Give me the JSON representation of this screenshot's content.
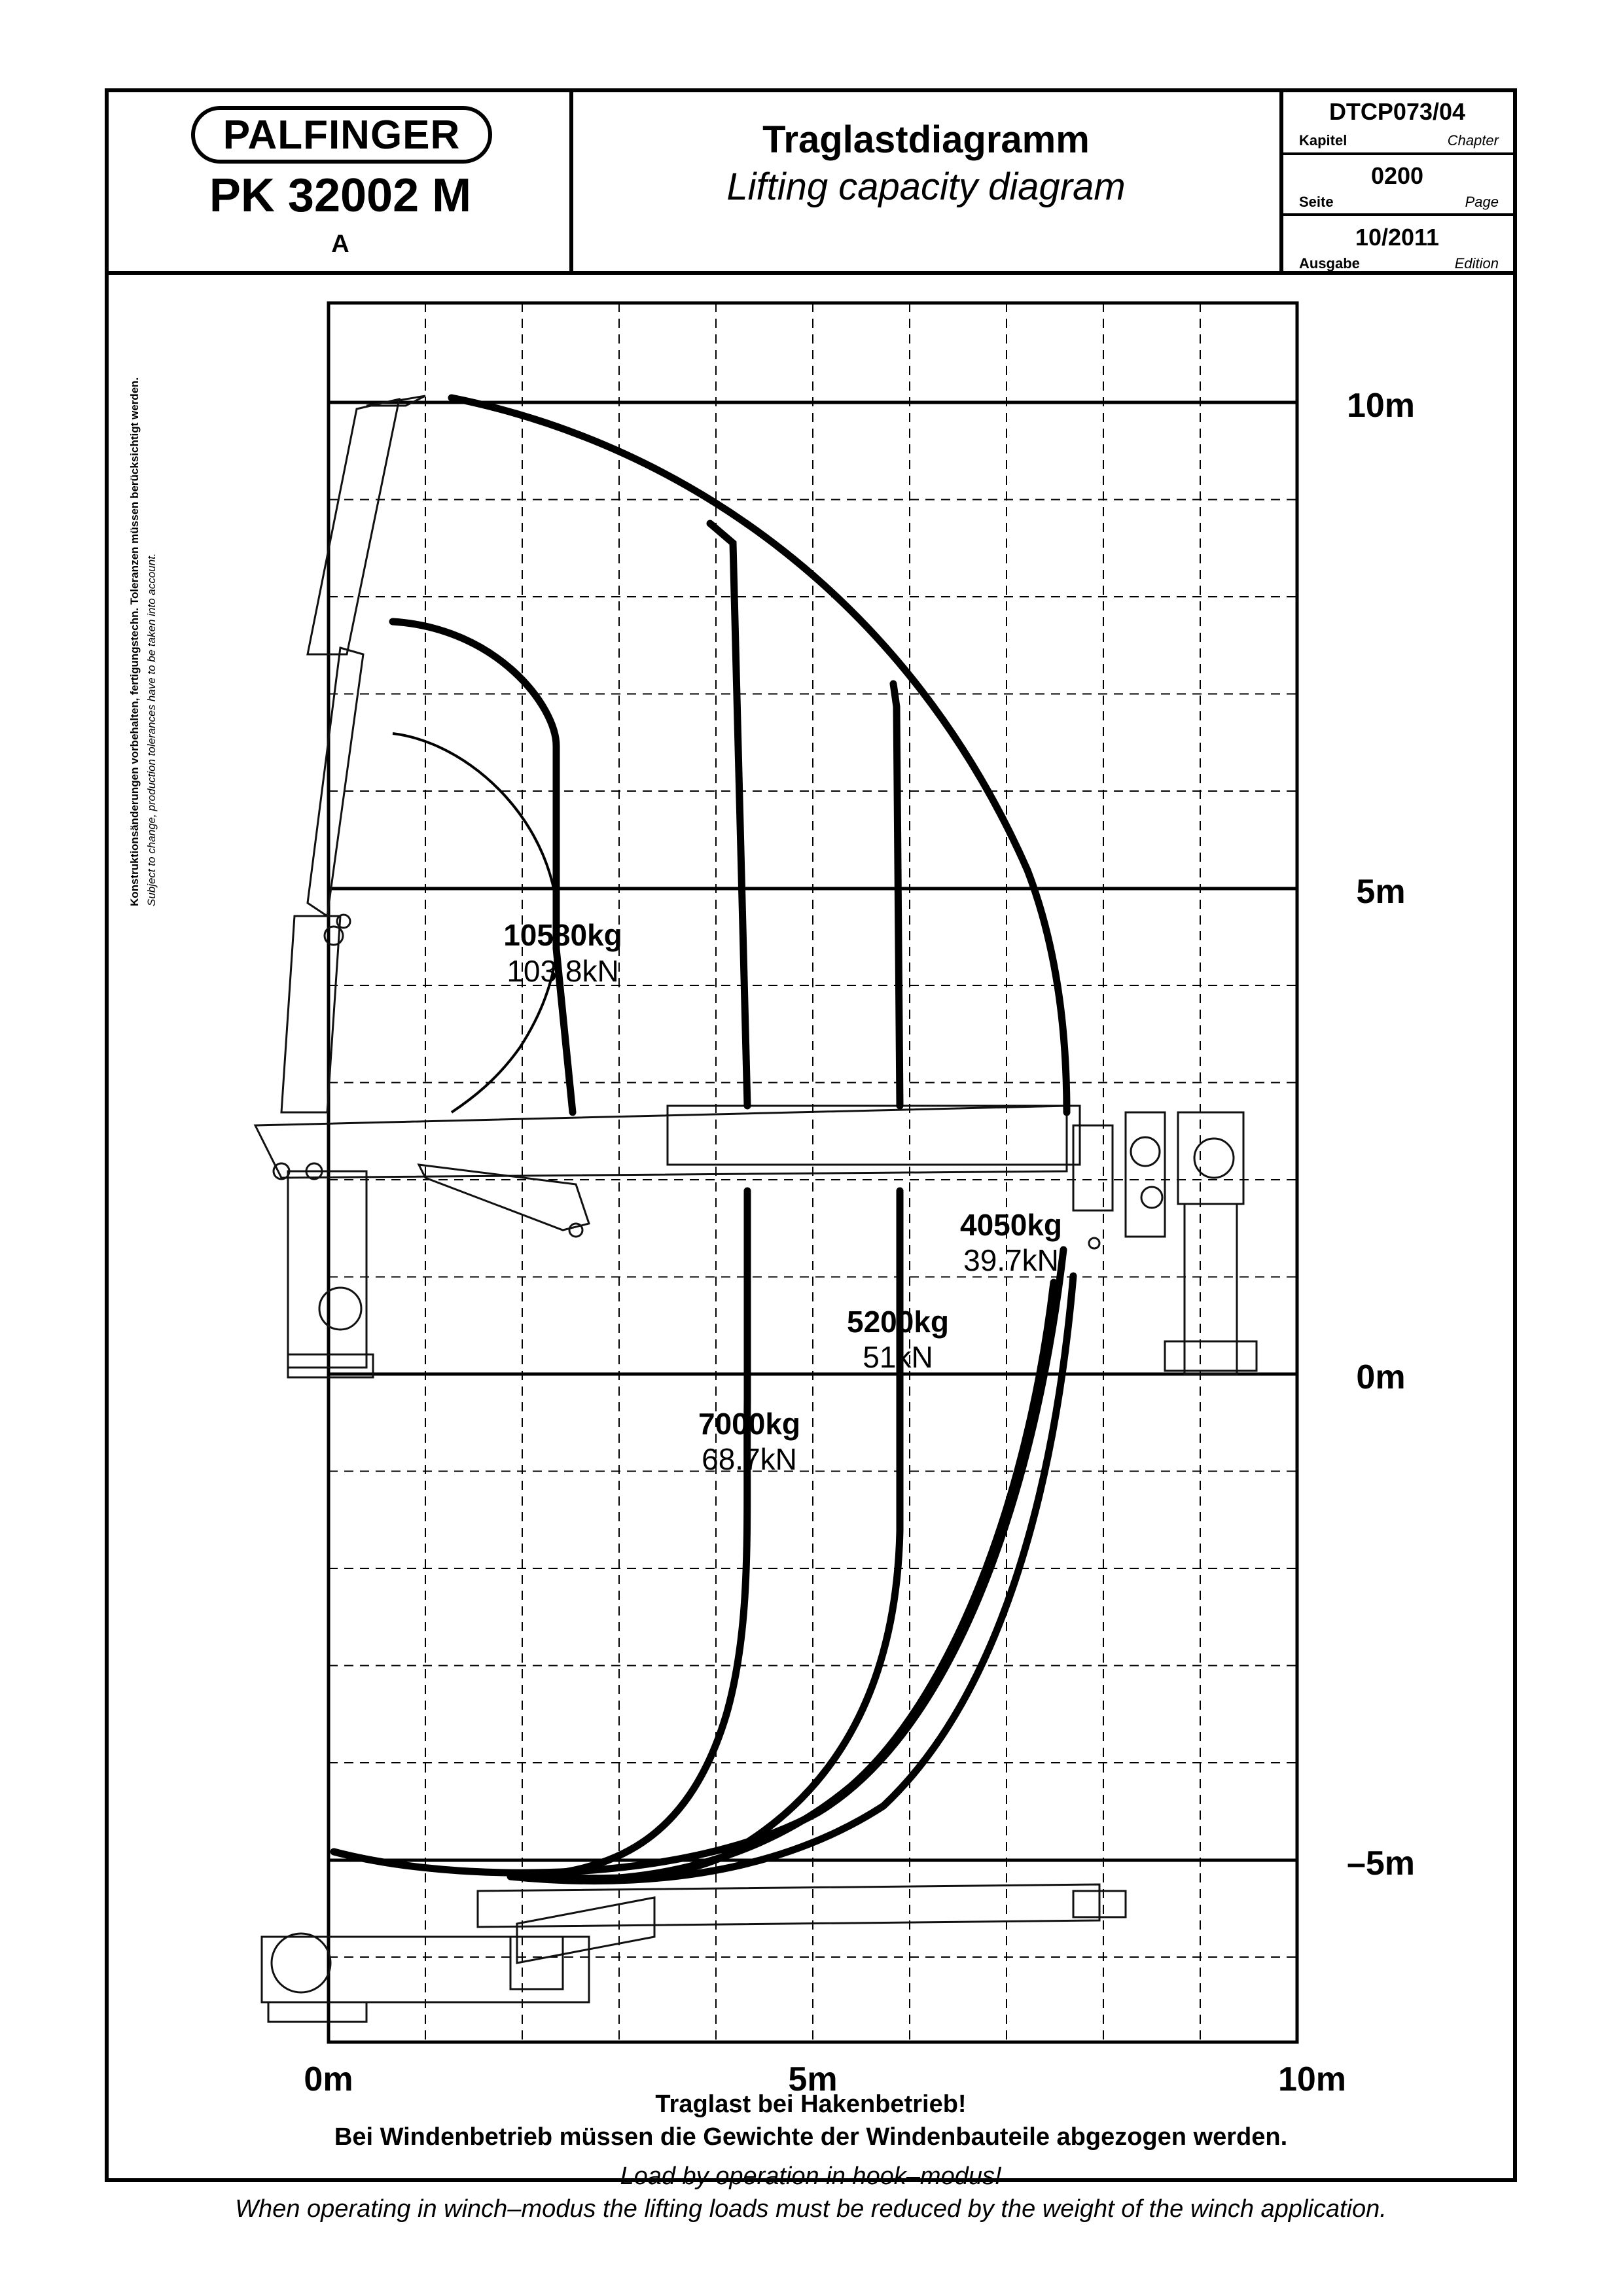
{
  "header": {
    "brand": "PALFINGER",
    "model": "PK 32002 M",
    "variant": "A",
    "title_de": "Traglastdiagramm",
    "title_en": "Lifting capacity diagram",
    "chapter": {
      "value": "DTCP073/04",
      "label_de": "Kapitel",
      "label_en": "Chapter"
    },
    "page": {
      "value": "0200",
      "label_de": "Seite",
      "label_en": "Page"
    },
    "edition": {
      "value": "10/2011",
      "label_de": "Ausgabe",
      "label_en": "Edition"
    }
  },
  "side_note": {
    "de": "Konstruktionsänderungen vorbehalten, fertigungstechn. Toleranzen müssen berücksichtigt werden.",
    "en": "Subject to change, production tolerances have to be taken into account."
  },
  "axes": {
    "x_ticks": [
      "0m",
      "5m",
      "10m"
    ],
    "y_ticks": [
      "10m",
      "5m",
      "0m",
      "–5m"
    ]
  },
  "capacity_labels": [
    {
      "kg": "10580kg",
      "kn": "103.8kN"
    },
    {
      "kg": "7000kg",
      "kn": "68.7kN"
    },
    {
      "kg": "5200kg",
      "kn": "51kN"
    },
    {
      "kg": "4050kg",
      "kn": "39.7kN"
    }
  ],
  "footer": {
    "de_line1": "Traglast bei Hakenbetrieb!",
    "de_line2": "Bei Windenbetrieb müssen die Gewichte der Windenbauteile abgezogen werden.",
    "en_line1": "Load by operation in hook–modus!",
    "en_line2": "When operating in winch–modus the lifting loads must be reduced by the weight of the winch application."
  }
}
